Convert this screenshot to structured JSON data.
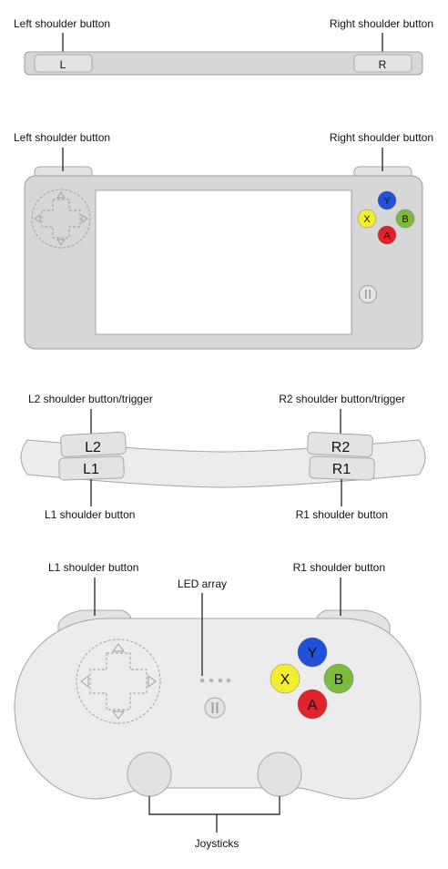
{
  "diagrams": {
    "shoulder_strip": {
      "left_label": "Left shoulder button",
      "right_label": "Right shoulder button",
      "left_button": "L",
      "right_button": "R"
    },
    "handheld": {
      "left_label": "Left shoulder button",
      "right_label": "Right shoulder button",
      "buttons": {
        "y": "Y",
        "x": "X",
        "b": "B",
        "a": "A"
      }
    },
    "extended_top": {
      "l2_label": "L2 shoulder button/trigger",
      "r2_label": "R2 shoulder button/trigger",
      "l1_label": "L1 shoulder button",
      "r1_label": "R1 shoulder button",
      "l2_button": "L2",
      "l1_button": "L1",
      "r2_button": "R2",
      "r1_button": "R1"
    },
    "extended_front": {
      "l1_label": "L1 shoulder button",
      "r1_label": "R1 shoulder button",
      "led_label": "LED array",
      "joysticks_label": "Joysticks",
      "buttons": {
        "y": "Y",
        "x": "X",
        "b": "B",
        "a": "A"
      }
    }
  },
  "colors": {
    "y_button": "#2350d8",
    "x_button": "#f4ef2e",
    "b_button": "#7dbb3d",
    "a_button": "#e3212b"
  },
  "icons": {
    "dpad": "dpad-icon",
    "pause": "pause-icon",
    "arrows": "triangle-arrow-icon"
  }
}
